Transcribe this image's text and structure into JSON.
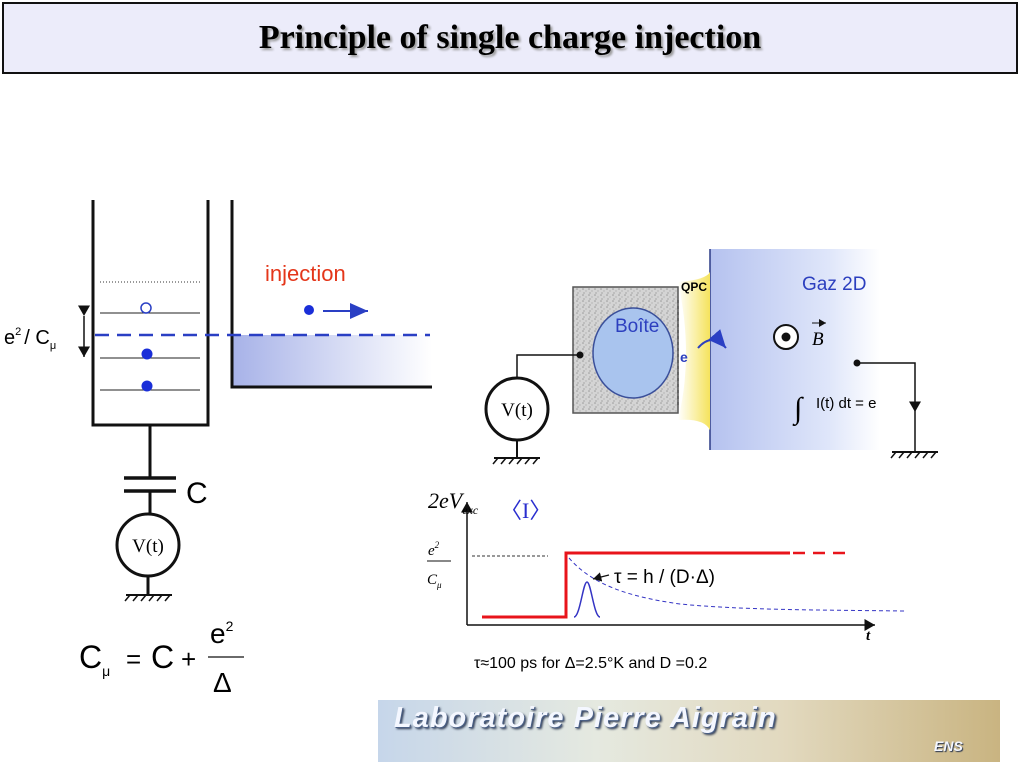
{
  "title": "Principle of single charge injection",
  "left_panel": {
    "injection_label": "injection",
    "level_spacing_label_main": "e",
    "level_spacing_label_exp": "2",
    "level_spacing_label_div": "/ C",
    "level_spacing_label_sub": "μ",
    "capacitor_label": "C",
    "source_label": "V(t)"
  },
  "formula": {
    "lhs_main": "C",
    "lhs_sub": "μ",
    "equals": "=",
    "c": "C",
    "plus": "+",
    "numerator_main": "e",
    "numerator_exp": "2",
    "denominator": "Δ"
  },
  "device": {
    "qpc_label": "QPC",
    "gas_label": "Gaz 2D",
    "box_label": "Boîte",
    "electron_label": "e",
    "source_label": "V(t)",
    "b_field_label": "B",
    "integral_expr": "I(t) dt = e",
    "colors": {
      "box_blue": "#a9c4ee",
      "gas_blue": "#c4d0f2",
      "qpc_yellow": "#f7ea6a"
    }
  },
  "timing_plot": {
    "y_top_label_prefix": "2eV",
    "y_top_label_sub": "exc",
    "current_label": "〈I〉",
    "y_mid_num_main": "e",
    "y_mid_num_exp": "2",
    "y_mid_den_main": "C",
    "y_mid_den_sub": "μ",
    "tau_expr": "τ = h / (D·Δ)",
    "x_axis_label": "t",
    "colors": {
      "step": "#e8141b",
      "decay": "#3434c4"
    }
  },
  "caption": "τ≈100 ps  for Δ=2.5°K and  D =0.2",
  "banner": {
    "text": "Laboratoire Pierre Aigrain",
    "sub": "ENS"
  }
}
